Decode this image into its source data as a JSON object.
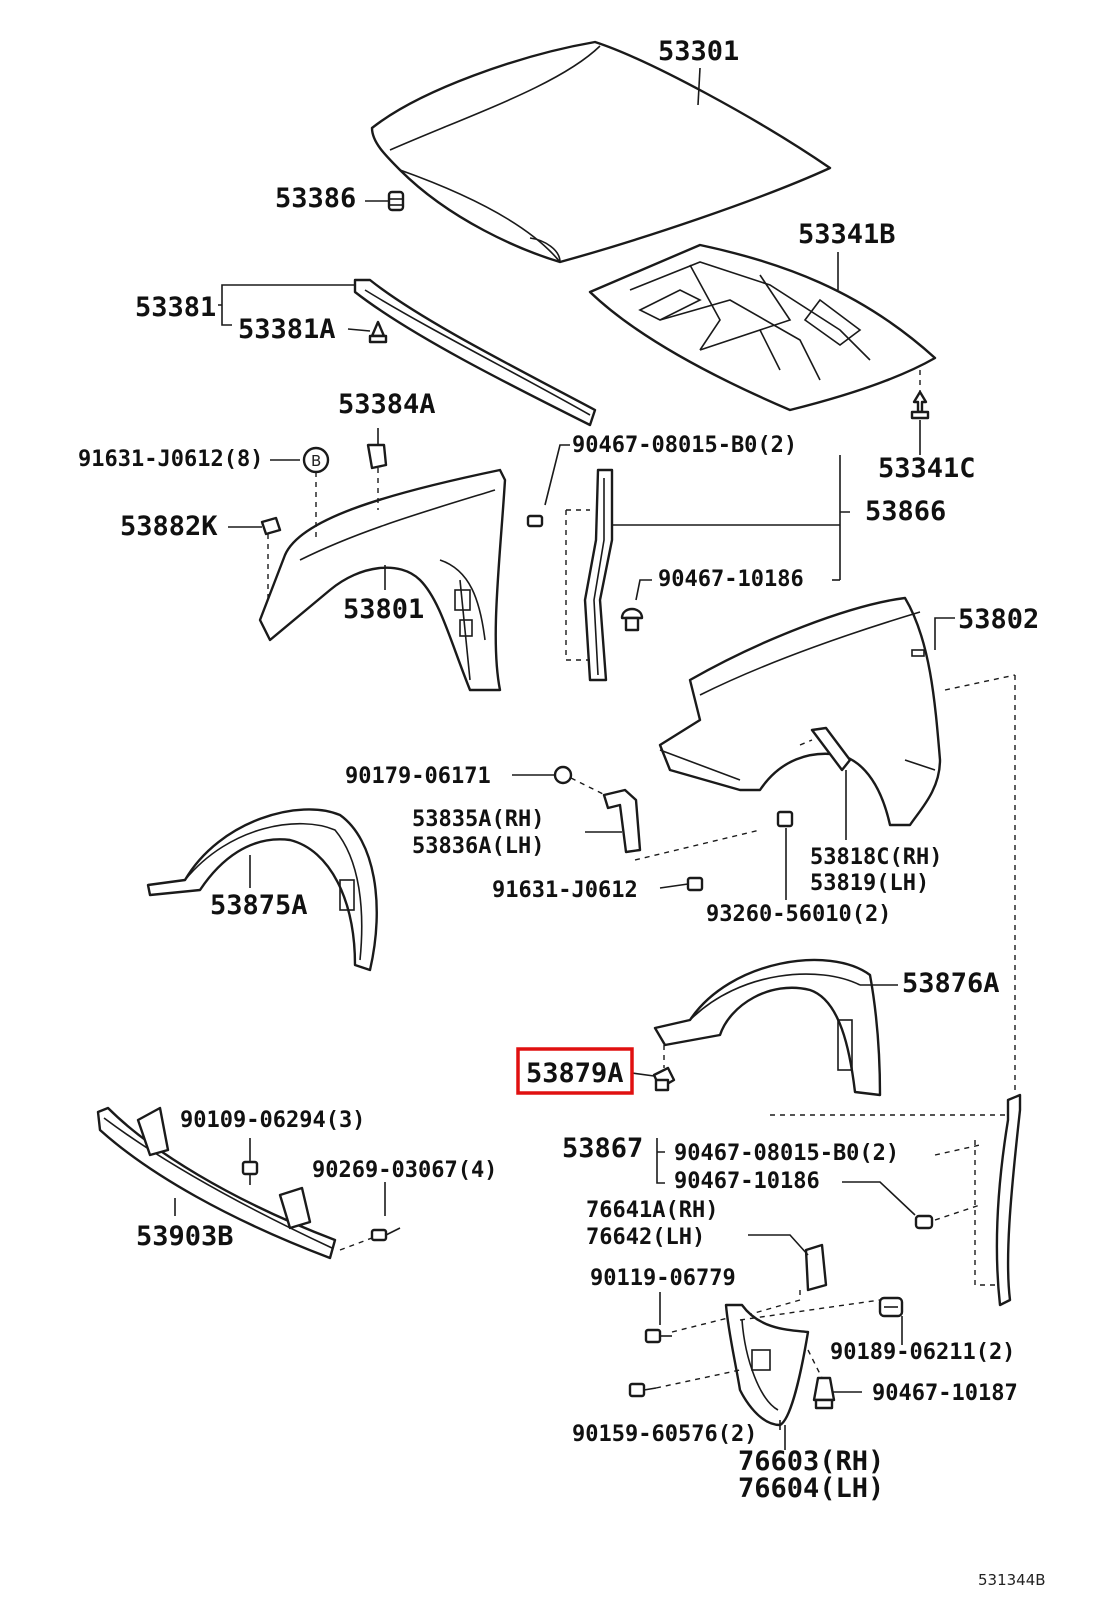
{
  "diagram": {
    "highlight_color": "#e01010",
    "labels": {
      "p53301": "53301",
      "p53386": "53386",
      "p53341B": "53341B",
      "p53381": "53381",
      "p53381A": "53381A",
      "p53384A": "53384A",
      "p91631_8": "91631-J0612(8)",
      "circleB": "B",
      "p90467_08015_top": "90467-08015-B0(2)",
      "p53341C": "53341C",
      "p53882K": "53882K",
      "p53866": "53866",
      "p90467_10186_top": "90467-10186",
      "p53801": "53801",
      "p53802": "53802",
      "p90179": "90179-06171",
      "p53835A": "53835A(RH)",
      "p53836A": "53836A(LH)",
      "p53875A": "53875A",
      "p53818C": "53818C(RH)",
      "p53819": "53819(LH)",
      "p91631": "91631-J0612",
      "p93260": "93260-56010(2)",
      "p53876A": "53876A",
      "p53879A": "53879A",
      "p90109": "90109-06294(3)",
      "p90269": "90269-03067(4)",
      "p53867": "53867",
      "p90467_08015_bot": "90467-08015-B0(2)",
      "p90467_10186_bot": "90467-10186",
      "p53903B": "53903B",
      "p76641A": "76641A(RH)",
      "p76642": "76642(LH)",
      "p90119": "90119-06779",
      "p90189": "90189-06211(2)",
      "p90467_10187": "90467-10187",
      "p90159": "90159-60576(2)",
      "p76603": "76603(RH)",
      "p76604": "76604(LH)",
      "code": "531344B"
    }
  }
}
